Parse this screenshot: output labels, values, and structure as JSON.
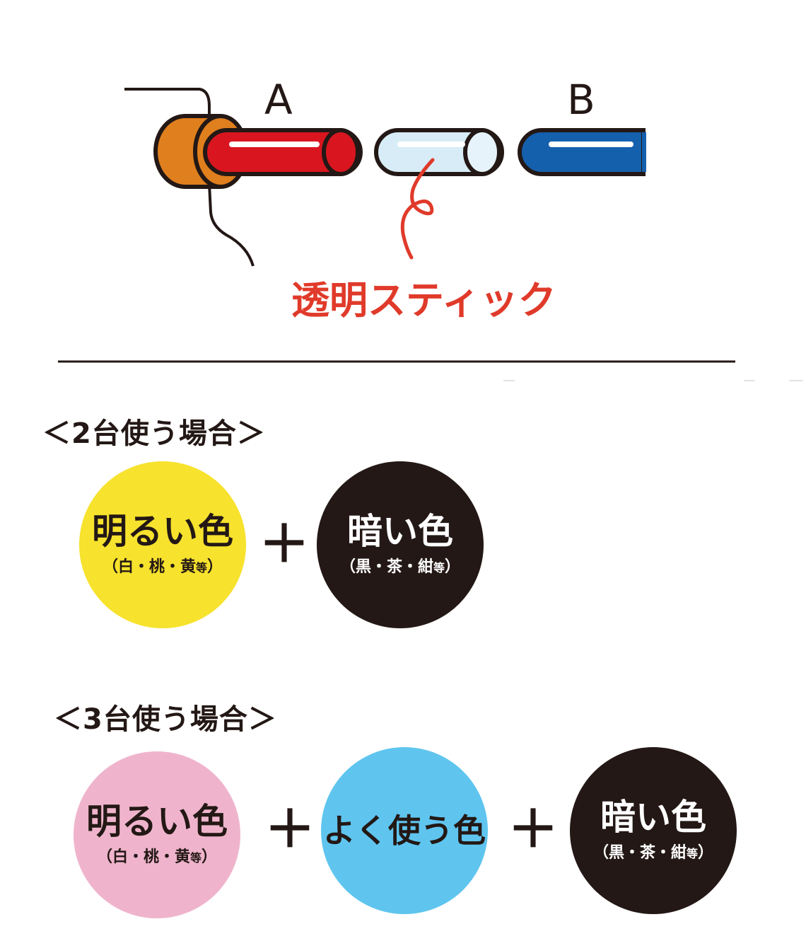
{
  "top": {
    "label_a": "A",
    "label_b": "B",
    "caption": "透明スティック"
  },
  "two_units": {
    "heading": "＜2台使う場合＞",
    "bright": {
      "main": "明るい色",
      "sub": "（白・桃・黄",
      "sub_small": "等",
      "sub_end": "）"
    },
    "plus": "＋",
    "dark": {
      "main": "暗い色",
      "sub": "（黒・茶・紺",
      "sub_small": "等",
      "sub_end": "）"
    }
  },
  "three_units": {
    "heading": "＜3台使う場合＞",
    "bright": {
      "main": "明るい色",
      "sub": "（白・桃・黄",
      "sub_small": "等",
      "sub_end": "）"
    },
    "plus1": "＋",
    "often": {
      "main": "よく使う色"
    },
    "plus2": "＋",
    "dark": {
      "main": "暗い色",
      "sub": "（黒・茶・紺",
      "sub_small": "等",
      "sub_end": "）"
    }
  },
  "colors": {
    "outline": "#231815",
    "holder": "#e07f1e",
    "stick_a": "#d9161f",
    "stick_clear": "#d7ecf6",
    "stick_b": "#1560ad",
    "caption_red": "#e03a2a",
    "yellow": "#f7e22d",
    "pink": "#efb4cc",
    "cyan": "#5fc5ef",
    "dark": "#231815"
  }
}
